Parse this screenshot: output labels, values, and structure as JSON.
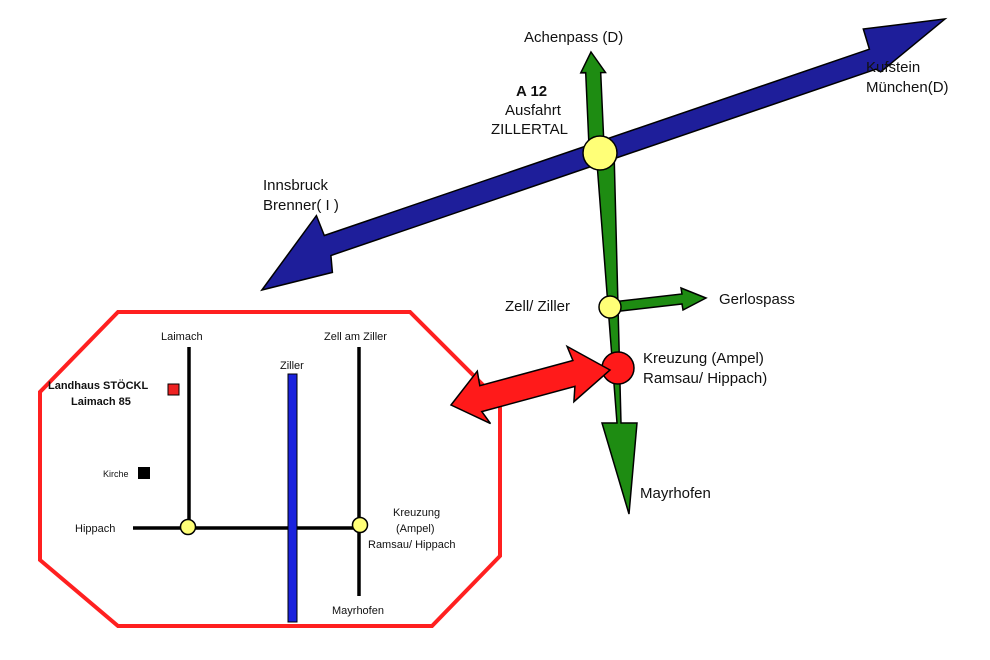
{
  "colors": {
    "motorway": "#1e1e9a",
    "road": "#1e8c12",
    "junction": "#ffff77",
    "highlight": "#ff1a1a",
    "outline": "#000000",
    "river": "#1a22dd",
    "inset_border": "#ff2020",
    "hotel": "#ee2222"
  },
  "icons": {
    "junction": "circle",
    "traffic_light_crossing": "red-circle",
    "hotel": "red-square",
    "church": "black-square"
  },
  "main_map": {
    "motorway_name": "A 12",
    "exit_line1": "Ausfahrt",
    "exit_line2": "ZILLERTAL",
    "achenpass": "Achenpass (D)",
    "kufstein": "Kufstein",
    "muenchen": "München(D)",
    "innsbruck": "Innsbruck",
    "brenner": "Brenner( I )",
    "zell": "Zell/ Ziller",
    "gerlospass": "Gerlospass",
    "kreuzung": "Kreuzung (Ampel)",
    "ramsau": "Ramsau/ Hippach)",
    "mayrhofen": "Mayrhofen"
  },
  "inset": {
    "laimach": "Laimach",
    "zell_am_ziller": "Zell am Ziller",
    "ziller": "Ziller",
    "hotel_line1": "Landhaus STÖCKL",
    "hotel_line2": "Laimach 85",
    "kirche": "Kirche",
    "hippach": "Hippach",
    "kreuzung_line1": "Kreuzung",
    "kreuzung_line2": "(Ampel)",
    "kreuzung_line3": "Ramsau/ Hippach",
    "mayrhofen": "Mayrhofen"
  }
}
